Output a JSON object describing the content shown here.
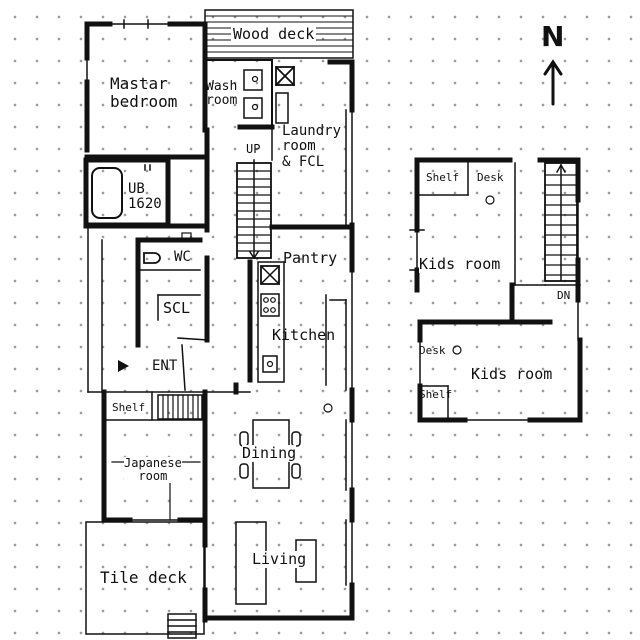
{
  "compass": {
    "letter": "N",
    "icon": "north-arrow-icon"
  },
  "first_floor": {
    "rooms": {
      "wood_deck": "Wood deck",
      "master_bedroom": "Mastar\nbedroom",
      "wash_room": "Wash\nroom",
      "laundry": "Laundry\nroom\n& FCL",
      "up": "UP",
      "unit_bath": "UB\n1620",
      "wc": "WC",
      "pantry": "Pantry",
      "scl": "SCL",
      "kitchen": "Kitchen",
      "entrance": "ENT",
      "shelf": "Shelf",
      "japanese_room": "Japanese\nroom",
      "dining": "Dining",
      "living": "Living",
      "tile_deck": "Tile deck"
    }
  },
  "second_floor": {
    "rooms": {
      "shelf_top": "Shelf",
      "desk_top": "Desk",
      "kids_room_1": "Kids room",
      "dn": "DN",
      "desk_bottom": "Desk",
      "kids_room_2": "Kids room",
      "shelf_bottom": "Shelf"
    }
  },
  "colors": {
    "ink": "#111111",
    "dot_grid": "#9a9a9a",
    "paper": "#ffffff"
  }
}
